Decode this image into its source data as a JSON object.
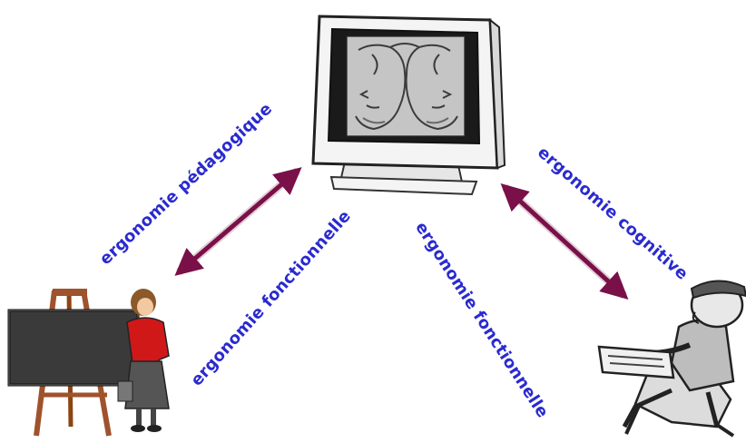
{
  "labels": {
    "pedagogique": "ergonomie pédagogique",
    "fonctionnelle_left": "ergonomie fonctionnelle",
    "fonctionnelle_right": "ergonomie fonctionnelle",
    "cognitive": "ergonomie cognitive"
  },
  "icons": {
    "computer": "computer-monitor-icon",
    "teacher": "teacher-at-blackboard-icon",
    "learner": "learner-at-keyboard-icon",
    "arrow": "double-headed-arrow-icon"
  },
  "colors": {
    "label_text": "#2a2ad0",
    "arrow": "#7a1048",
    "monitor_body": "#f2f2f2",
    "blackboard": "#3a3a3a",
    "teacher_top": "#d01818"
  }
}
